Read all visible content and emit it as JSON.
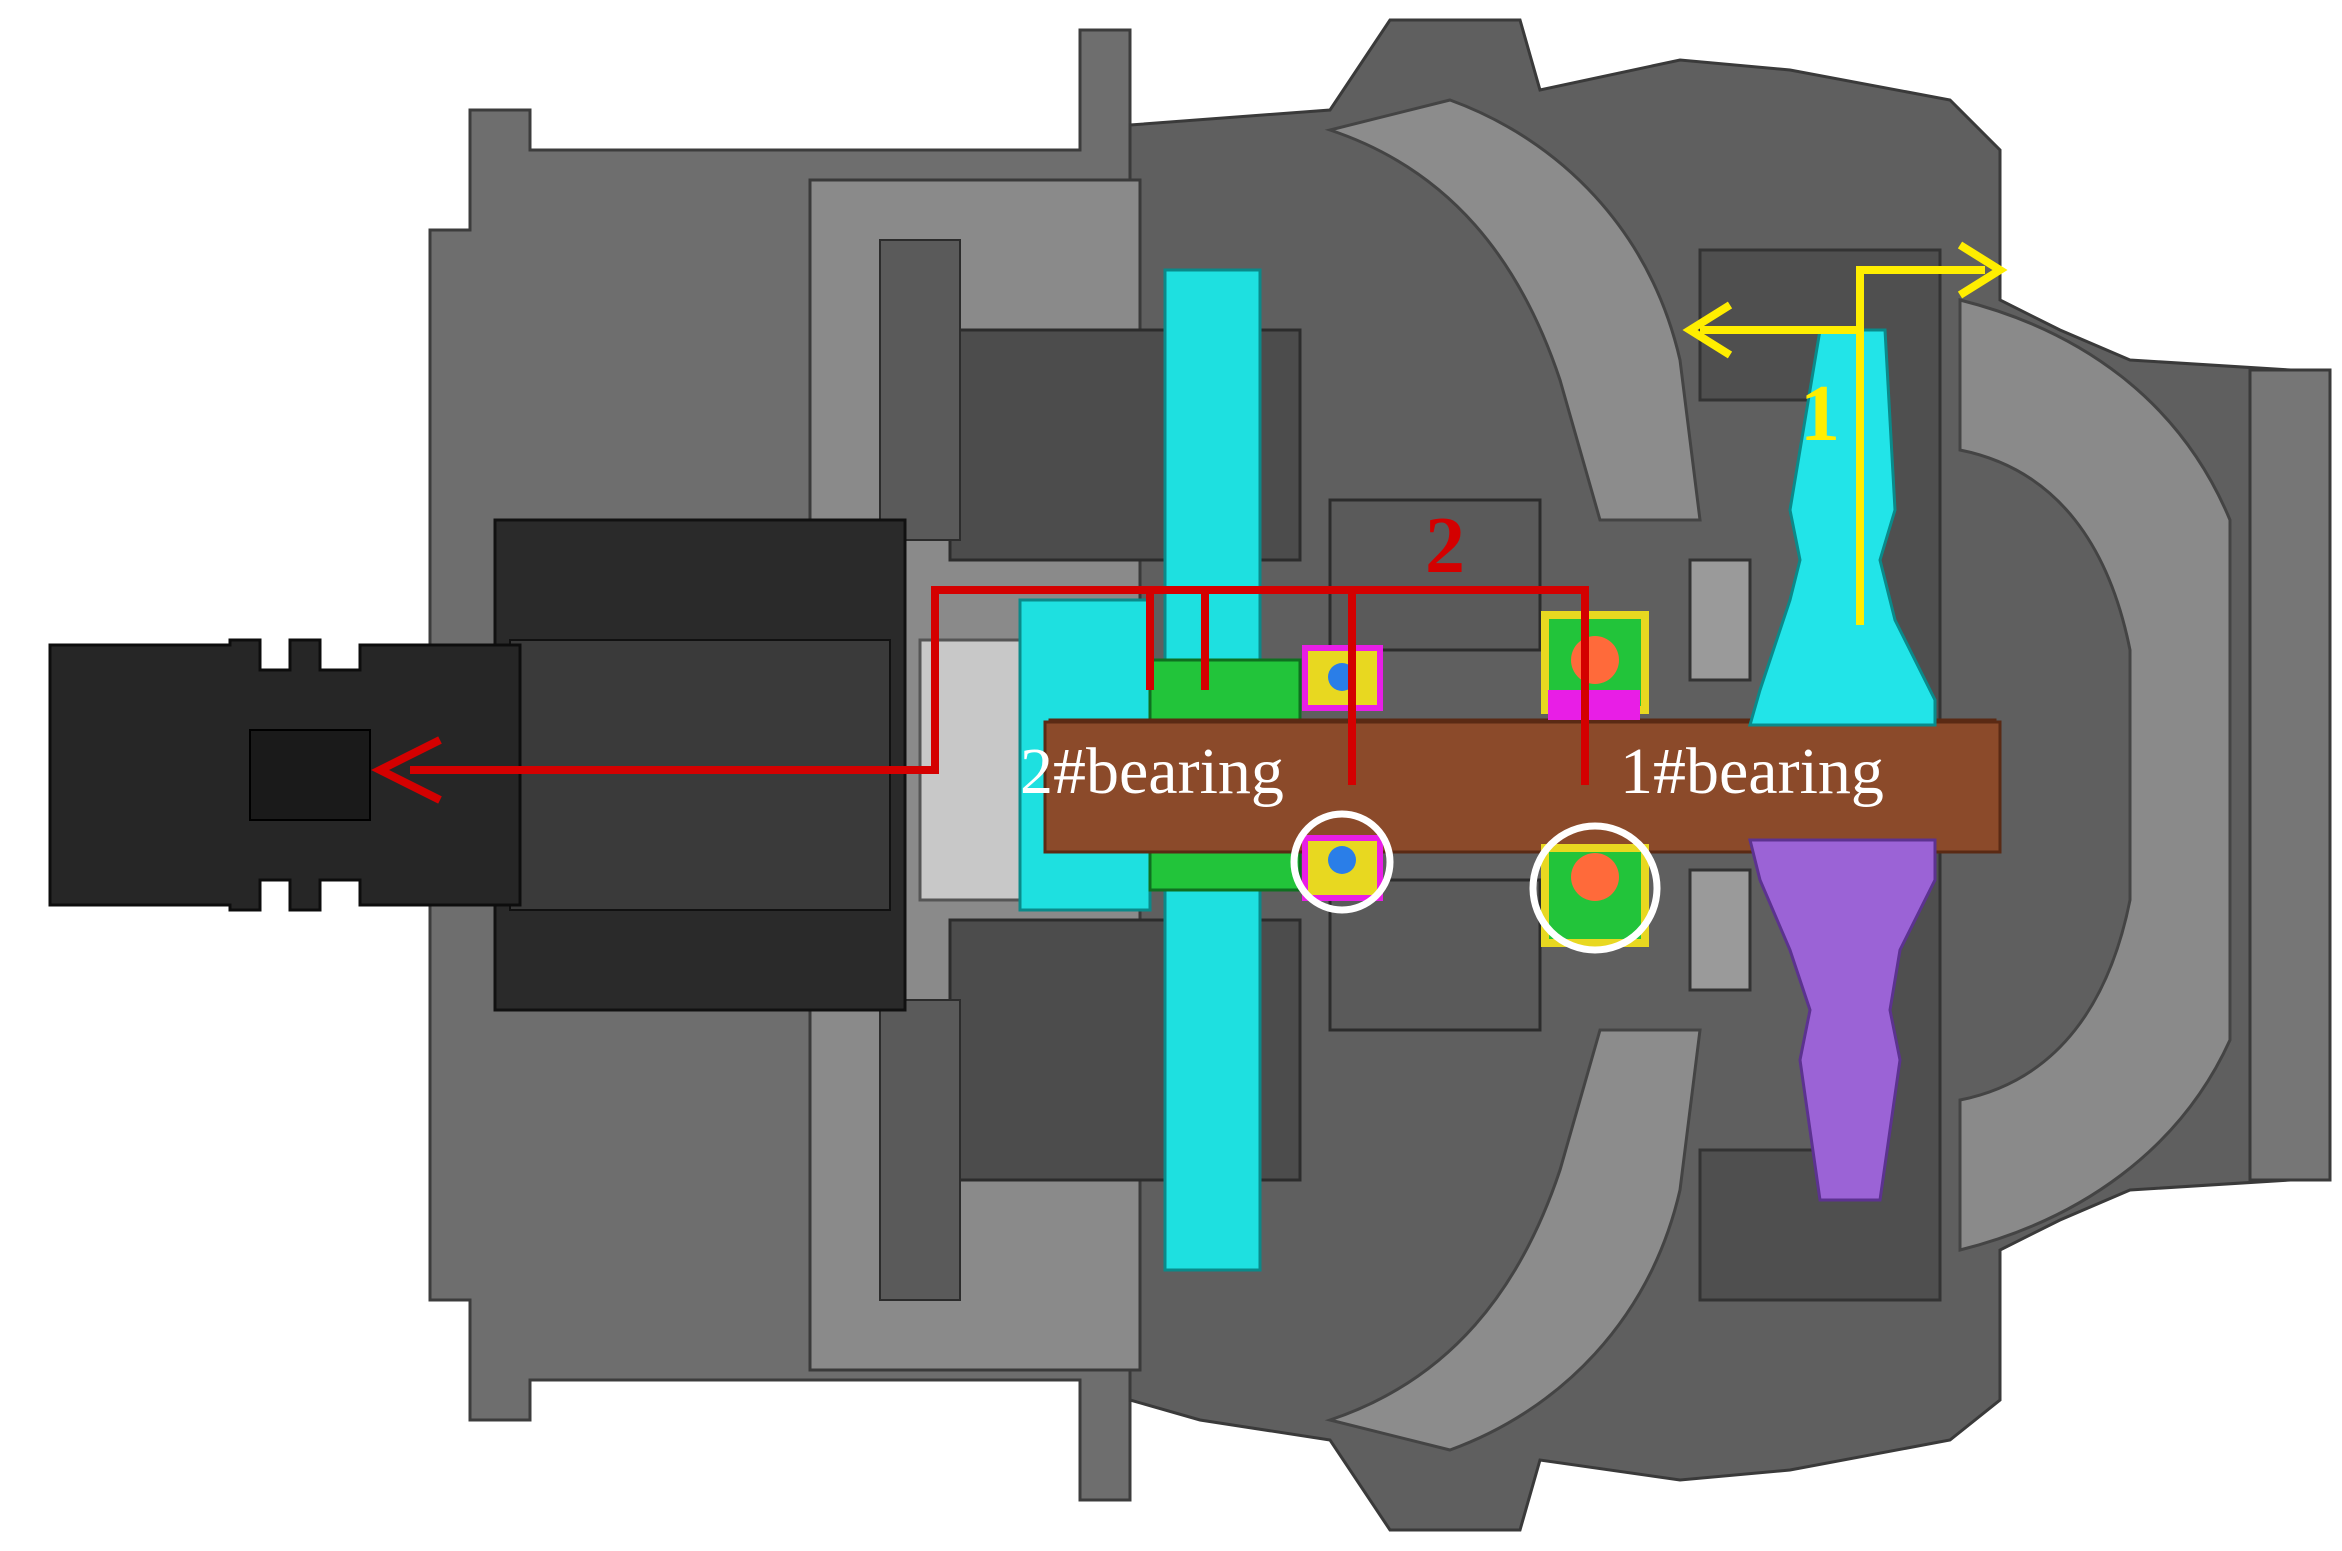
{
  "labels": {
    "path_1": "1",
    "path_2": "2",
    "bearing_1": "1#bearing",
    "bearing_2": "2#bearing"
  },
  "colors": {
    "housing_light": "#7a7a7a",
    "housing_mid": "#5e5e5e",
    "housing_dark": "#3a3a3a",
    "shaft_black": "#262626",
    "rotor_shaft": "#8b4a2a",
    "gear_cyan": "#1ee0e0",
    "impeller_cyan": "#22e4e8",
    "impeller_purple": "#9b63d6",
    "bearing_green": "#22c43a",
    "bearing_magenta": "#e81ee6",
    "bearing_yellow": "#e8d820",
    "bearing_ball": "#ff6a3a",
    "path_red": "#d40000",
    "path_yellow": "#ffee00",
    "circle_white": "#ffffff"
  }
}
